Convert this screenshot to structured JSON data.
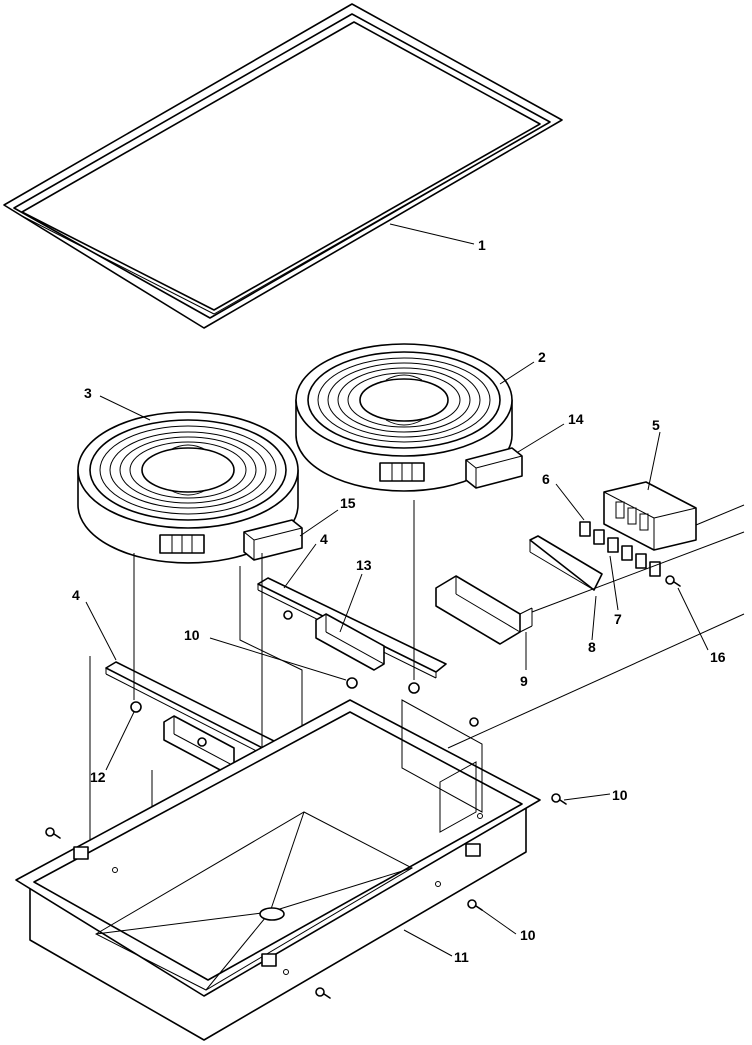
{
  "callouts": {
    "c1": "1",
    "c2": "2",
    "c3": "3",
    "c4a": "4",
    "c4b": "4",
    "c5": "5",
    "c6": "6",
    "c7": "7",
    "c8": "8",
    "c9": "9",
    "c10a": "10",
    "c10b": "10",
    "c10c": "10",
    "c11": "11",
    "c12": "12",
    "c13": "13",
    "c14": "14",
    "c15": "15",
    "c16": "16"
  }
}
